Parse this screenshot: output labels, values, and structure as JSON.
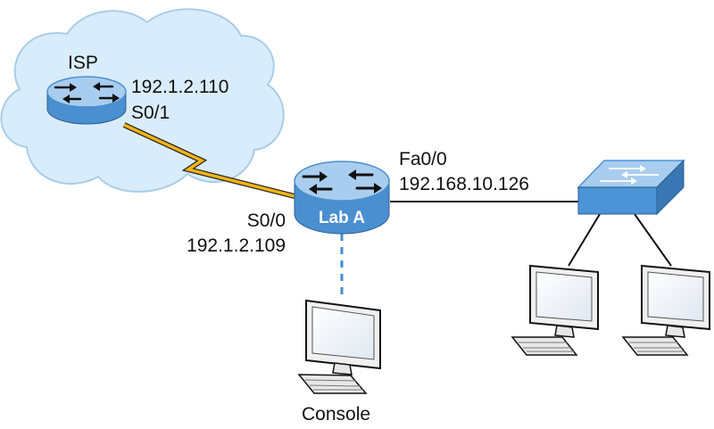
{
  "labels": {
    "isp_name": "ISP",
    "isp_ip": "192.1.2.110",
    "isp_interface": "S0/1",
    "laba_name": "Lab A",
    "laba_fa_interface": "Fa0/0",
    "laba_fa_ip": "192.168.10.126",
    "laba_serial_interface": "S0/0",
    "laba_serial_ip": "192.1.2.109",
    "console": "Console"
  },
  "colors": {
    "router_blue": "#4a8fd0",
    "router_top": "#a9cdee",
    "cloud_fill": "#d9ecfb",
    "cloud_stroke": "#a8cde8",
    "serial_link": "#f2b318",
    "console_link": "#3d8fd6",
    "switch_blue": "#4b94d6"
  },
  "icons": {
    "cloud": "cloud-icon",
    "router": "router-icon",
    "switch": "switch-icon",
    "computer": "desktop-computer-icon"
  }
}
